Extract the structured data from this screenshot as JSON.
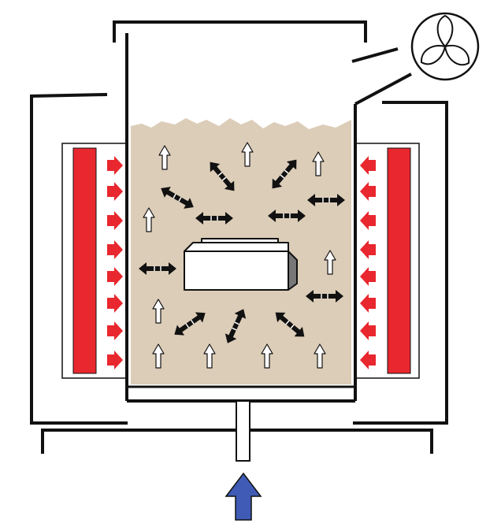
{
  "colors": {
    "background": "#ffffff",
    "outline": "#111111",
    "powder_fill": "#dccdb8",
    "heater_element": "#e8272e",
    "heat_arrow": "#e8272e",
    "gas_inlet_arrow": "#3f5bb5",
    "gas_flow_arrow": "#ffffff",
    "particle_motion_arrow": "#111111",
    "part_fill": "#ffffff"
  },
  "icons": {
    "fan": "fan-icon",
    "gas_inlet": "up-arrow-icon",
    "heat_flux": "right-arrow-icon",
    "particle_motion": "double-headed-arrow-icon",
    "gas_flow": "up-arrow-icon"
  },
  "components": {
    "furnace": "furnace-outer-shell",
    "retort": "retort-vessel",
    "powder_bed": "fluidized-powder-bed",
    "part": "workpiece",
    "heaters": [
      "left-heater",
      "right-heater"
    ],
    "gas_supply": "gas-inlet-pipe",
    "exhaust": "exhaust-fan"
  }
}
